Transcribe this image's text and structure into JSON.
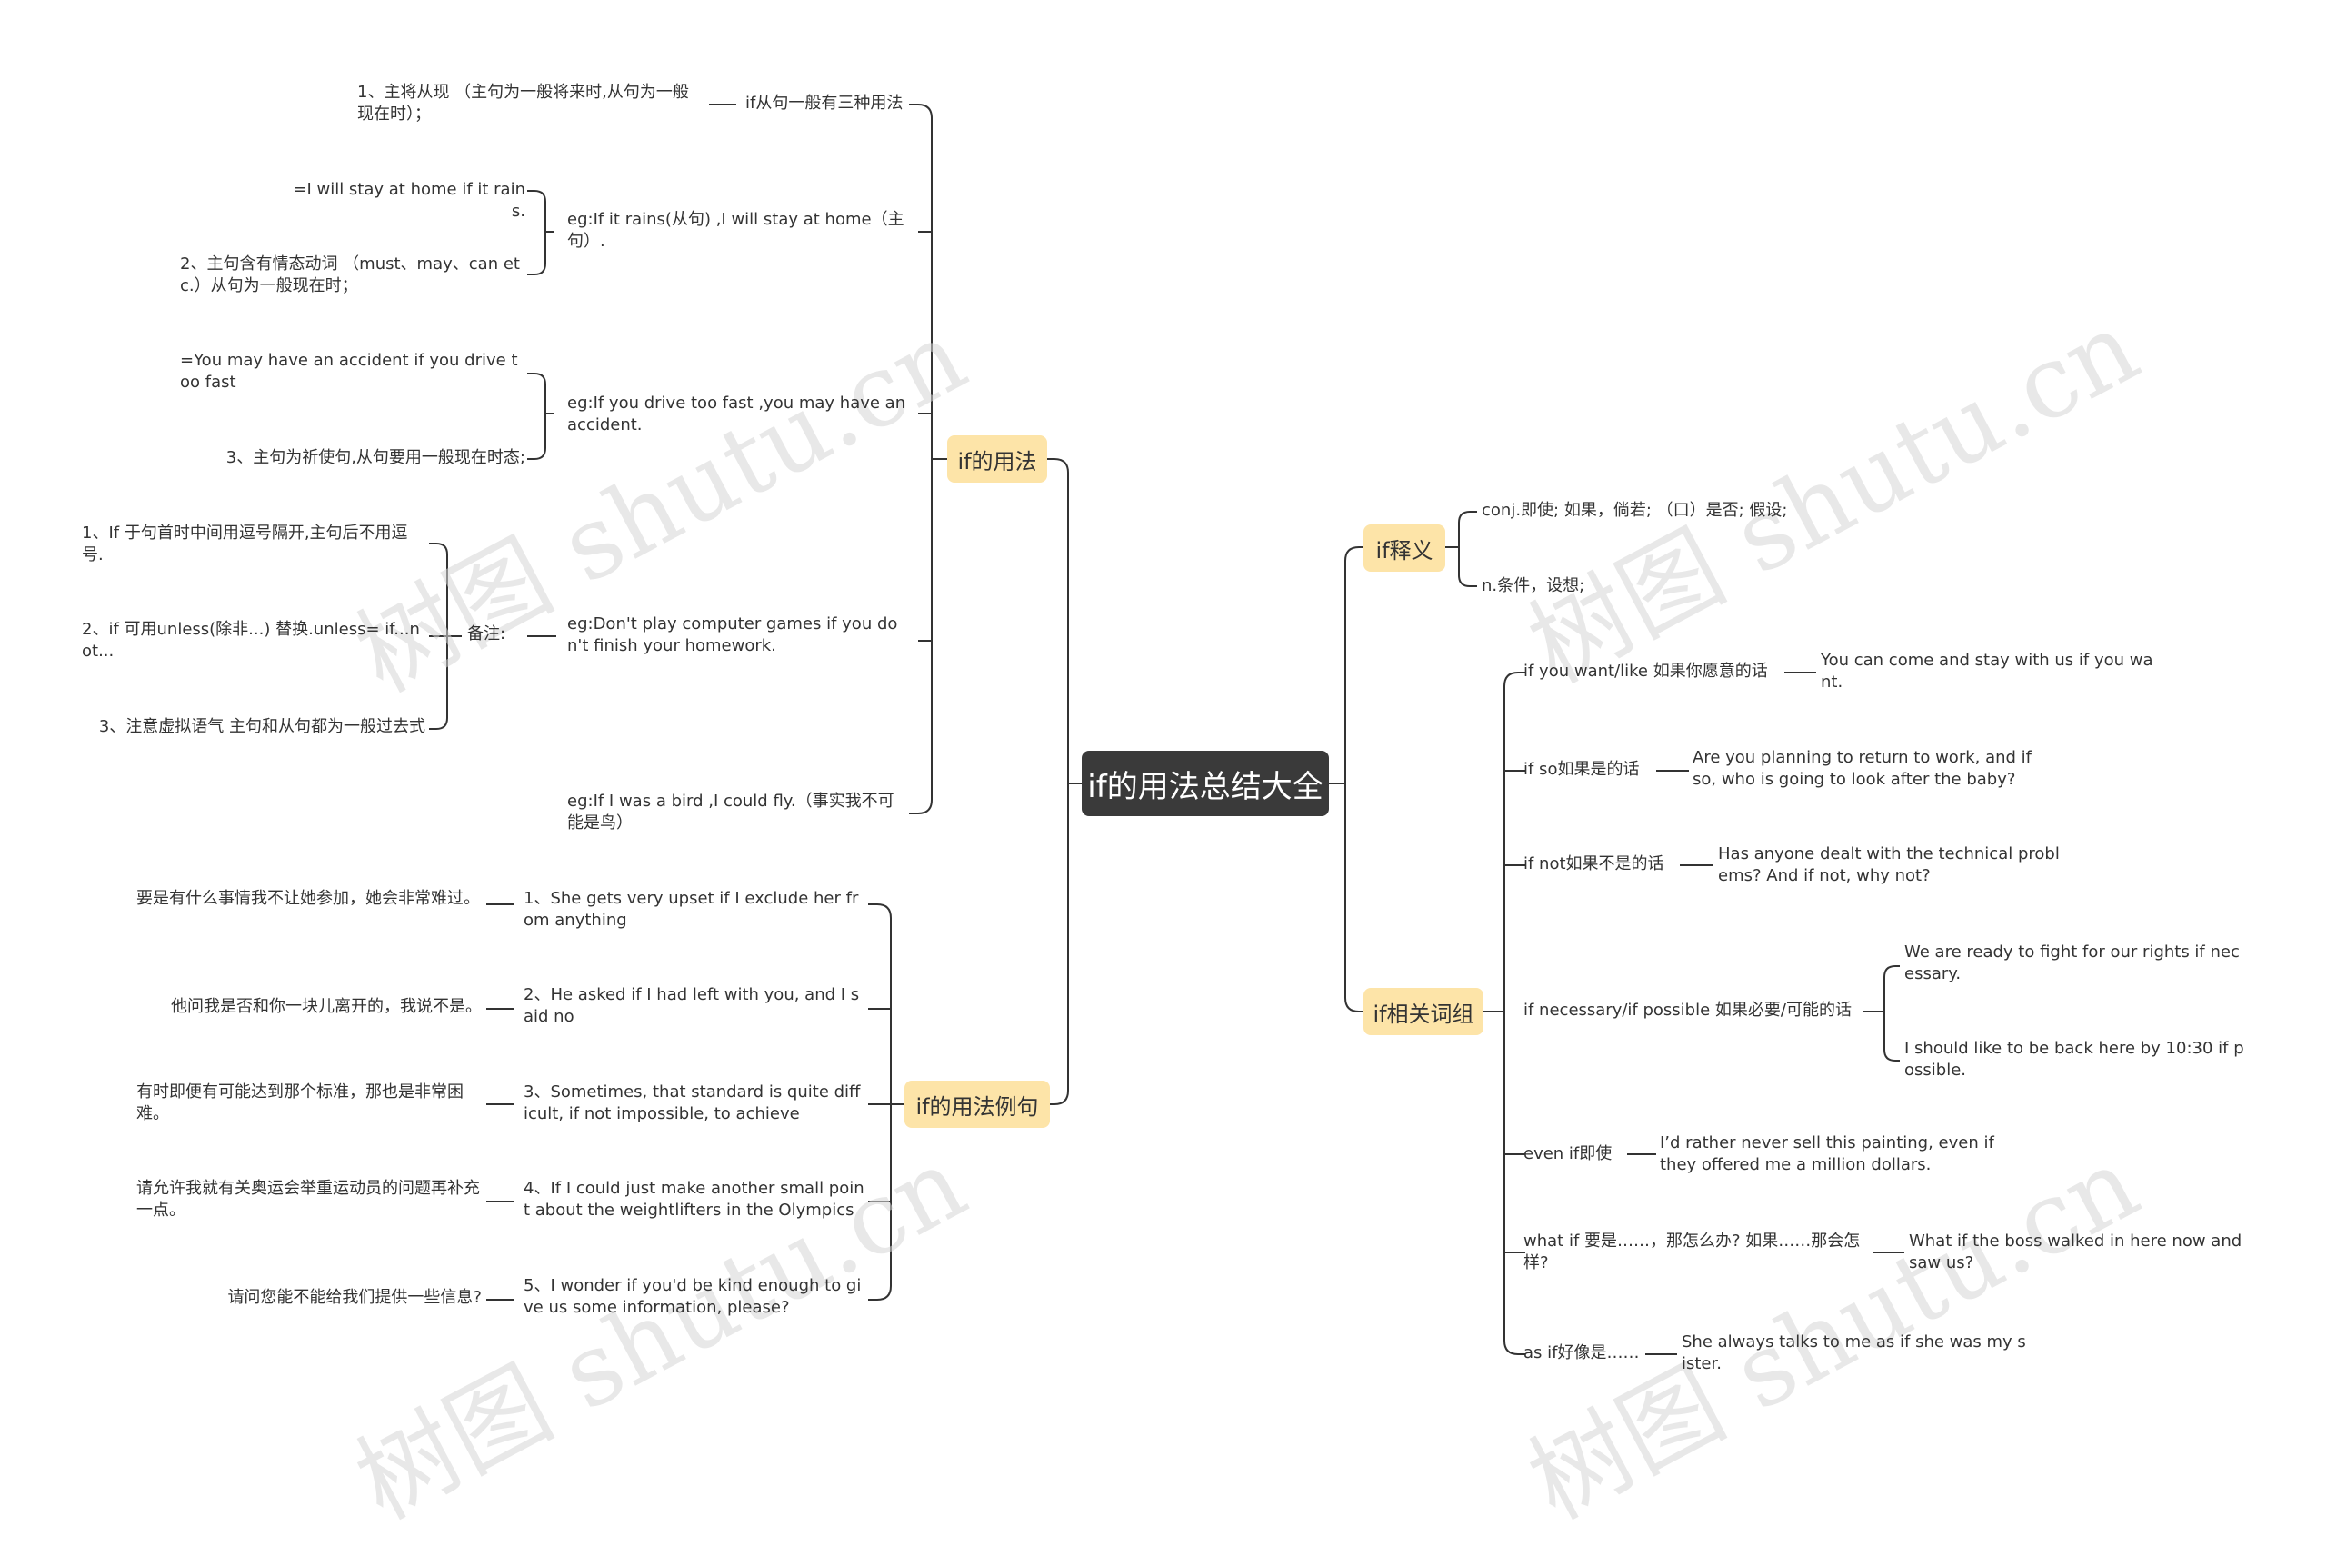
{
  "root": "if的用法总结大全",
  "watermark": "树图 shutu.cn",
  "colors": {
    "root_bg": "#3a3a3a",
    "branch_bg": "#fde4a8",
    "line": "#333333"
  },
  "branches": {
    "usage": {
      "label": "if的用法",
      "items": {
        "three_kinds": "if从句一般有三种用法",
        "three_kinds_detail": "1、主将从现 （主句为一般将来时,从句为一般现在时）；",
        "eg_rains": "eg:If it rains(从句) ,I will stay at home（主句）.",
        "eg_rains_translation": "=I will stay at home if it rains.",
        "eg_rains_note": "2、主句含有情态动词 （must、may、can etc.）从句为一般现在时；",
        "eg_drive": "eg:If you drive too fast ,you may have an accident.",
        "eg_drive_translation": "=You may have an accident if you drive too fast",
        "eg_drive_note": "3、主句为祈使句,从句要用一般现在时态;",
        "eg_games": "eg:Don't play computer games if you don't finish your homework.",
        "remark_label": "备注:",
        "remark_1": "1、If 于句首时中间用逗号隔开,主句后不用逗号.",
        "remark_2": "2、if 可用unless(除非...) 替换.unless= if...not...",
        "remark_3": "3、注意虚拟语气 主句和从句都为一般过去式",
        "eg_bird": "eg:If I was a bird ,I could fly.（事实我不可能是鸟）"
      }
    },
    "examples": {
      "label": "if的用法例句",
      "items": [
        {
          "en": "1、She gets very upset if I exclude her from anything",
          "zh": "要是有什么事情我不让她参加，她会非常难过。"
        },
        {
          "en": "2、He asked if I had left with you, and I said no",
          "zh": "他问我是否和你一块儿离开的，我说不是。"
        },
        {
          "en": "3、Sometimes, that standard is quite difficult, if not impossible, to achieve",
          "zh": "有时即便有可能达到那个标准，那也是非常困难。"
        },
        {
          "en": "4、If I could just make another small point about the weightlifters in the Olympics",
          "zh": "请允许我就有关奥运会举重运动员的问题再补充一点。"
        },
        {
          "en": "5、I wonder if you'd be kind enough to give us some information, please?",
          "zh": "请问您能不能给我们提供一些信息?"
        }
      ]
    },
    "meaning": {
      "label": "if释义",
      "items": [
        "conj.即使; 如果，倘若; （口）是否; 假设;",
        "n.条件，设想;"
      ]
    },
    "phrases": {
      "label": "if相关词组",
      "items": [
        {
          "phrase": "if you want/like 如果你愿意的话",
          "examples": [
            "You can come and stay with us if you want."
          ]
        },
        {
          "phrase": "if so如果是的话",
          "examples": [
            "Are you planning to return to work, and if so, who is going to look after the baby?"
          ]
        },
        {
          "phrase": "if not如果不是的话",
          "examples": [
            "Has anyone dealt with the technical problems? And if not, why not?"
          ]
        },
        {
          "phrase": "if necessary/if possible 如果必要/可能的话",
          "examples": [
            "We are ready to fight for our rights if necessary.",
            " I should like to be back here by 10:30 if possible."
          ]
        },
        {
          "phrase": "even if即使",
          "examples": [
            "I’d rather never sell this painting, even if they offered me a million dollars."
          ]
        },
        {
          "phrase": "what if 要是……，那怎么办?  如果……那会怎样?",
          "examples": [
            "What if the boss walked in here now and saw us?"
          ]
        },
        {
          "phrase": "as if好像是……",
          "examples": [
            "She always talks to me as if she was my sister."
          ]
        }
      ]
    }
  }
}
